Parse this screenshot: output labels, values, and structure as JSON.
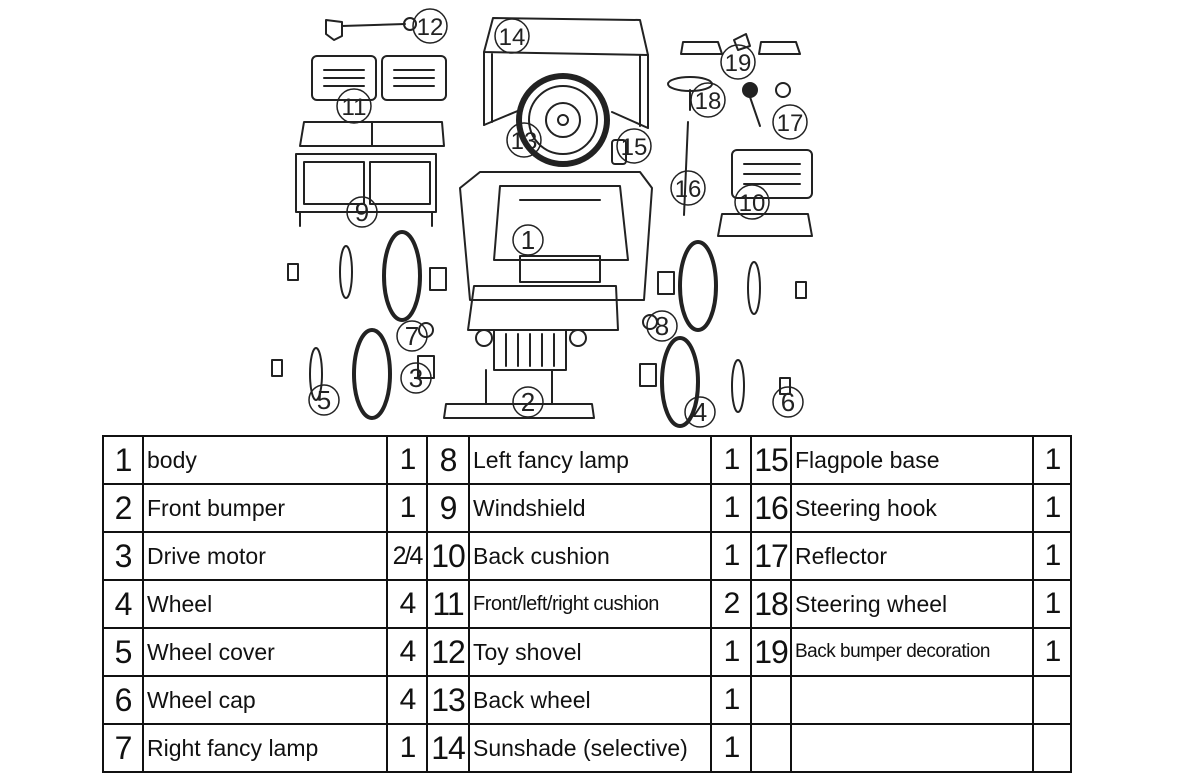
{
  "callouts": [
    "1",
    "2",
    "3",
    "4",
    "5",
    "6",
    "7",
    "8",
    "9",
    "10",
    "11",
    "12",
    "13",
    "14",
    "15",
    "16",
    "17",
    "18",
    "19"
  ],
  "parts": [
    {
      "no": "1",
      "name": "body",
      "qty": "1"
    },
    {
      "no": "2",
      "name": "Front bumper",
      "qty": "1"
    },
    {
      "no": "3",
      "name": "Drive motor",
      "qty": "2/4"
    },
    {
      "no": "4",
      "name": "Wheel",
      "qty": "4"
    },
    {
      "no": "5",
      "name": "Wheel cover",
      "qty": "4"
    },
    {
      "no": "6",
      "name": "Wheel cap",
      "qty": "4"
    },
    {
      "no": "7",
      "name": "Right fancy lamp",
      "qty": "1"
    },
    {
      "no": "8",
      "name": "Left fancy lamp",
      "qty": "1"
    },
    {
      "no": "9",
      "name": "Windshield",
      "qty": "1"
    },
    {
      "no": "10",
      "name": "Back cushion",
      "qty": "1"
    },
    {
      "no": "11",
      "name": "Front/left/right cushion",
      "qty": "2"
    },
    {
      "no": "12",
      "name": "Toy shovel",
      "qty": "1"
    },
    {
      "no": "13",
      "name": "Back wheel",
      "qty": "1"
    },
    {
      "no": "14",
      "name": "Sunshade (selective)",
      "qty": "1"
    },
    {
      "no": "15",
      "name": "Flagpole base",
      "qty": "1"
    },
    {
      "no": "16",
      "name": "Steering hook",
      "qty": "1"
    },
    {
      "no": "17",
      "name": "Reflector",
      "qty": "1"
    },
    {
      "no": "18",
      "name": "Steering wheel",
      "qty": "1"
    },
    {
      "no": "19",
      "name": "Back bumper decoration",
      "qty": "1"
    }
  ]
}
